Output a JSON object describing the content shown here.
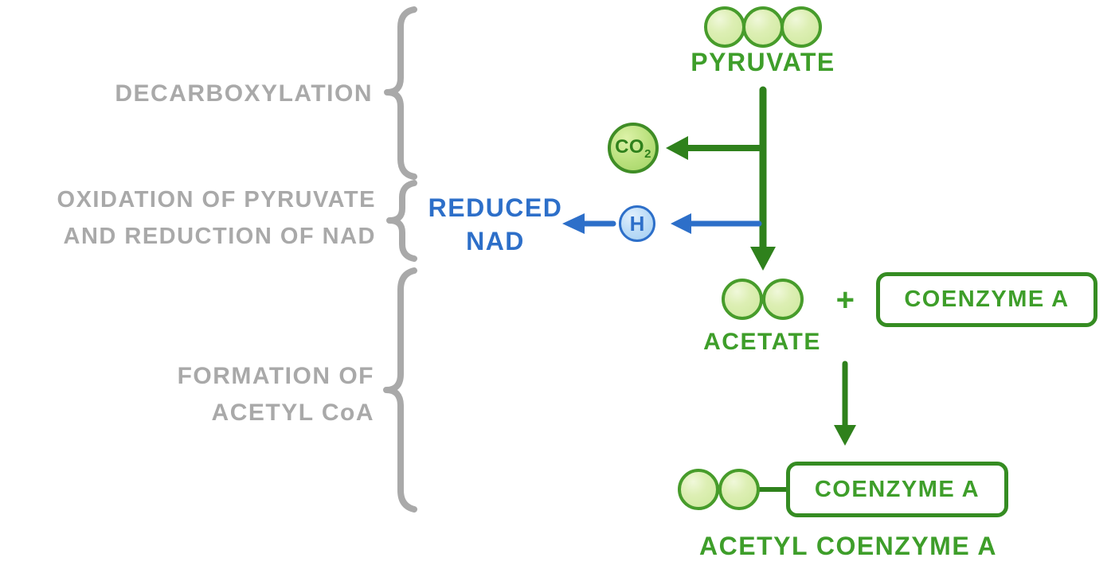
{
  "diagram": {
    "stage_labels": {
      "decarboxylation": "DECARBOXYLATION",
      "oxidation_line1": "OXIDATION OF PYRUVATE",
      "oxidation_line2": "AND REDUCTION OF NAD",
      "formation_line1": "FORMATION OF",
      "formation_line2": "ACETYL CoA"
    },
    "nodes": {
      "pyruvate_label": "PYRUVATE",
      "co2_main": "CO",
      "co2_sub": "2",
      "h_label": "H",
      "reduced_nad_line1": "REDUCED",
      "reduced_nad_line2": "NAD",
      "acetate_label": "ACETATE",
      "plus_sign": "+",
      "coenzyme_a_box1": "COENZYME A",
      "coenzyme_a_box2": "COENZYME A",
      "acetyl_coa_label": "ACETYL COENZYME A"
    },
    "colors": {
      "green_text": "#3e9e2a",
      "green_dark": "#2f811c",
      "green_circle_fill": "#d9edae",
      "green_circle_stroke": "#479c2b",
      "co2_fill": "#b9e07c",
      "blue": "#2d6fc9",
      "blue_fill": "#bcdcf7",
      "gray": "#a9a9a9"
    }
  }
}
